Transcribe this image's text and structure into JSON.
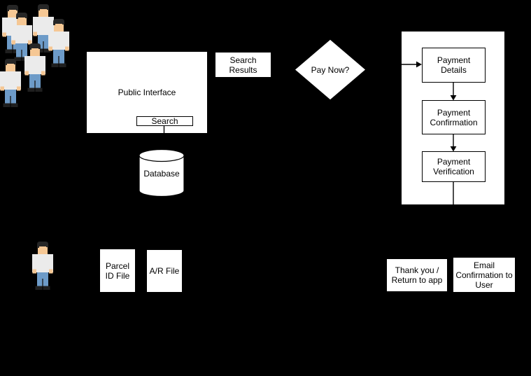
{
  "colors": {
    "background": "#000000",
    "node_fill": "#ffffff",
    "node_stroke": "#000000",
    "text": "#000000",
    "person_skin": "#f5c794",
    "person_hair": "#262626",
    "person_shirt": "#ebebeb",
    "person_pants": "#6d9bc8",
    "person_shoes": "#1f1f1f"
  },
  "nodes": {
    "public_interface": {
      "label": "Public Interface"
    },
    "search_button": {
      "label": "Search"
    },
    "search_results": {
      "label": "Search\nResults"
    },
    "pay_now": {
      "label": "Pay Now?"
    },
    "payment_details": {
      "label": "Payment\nDetails"
    },
    "payment_confirmation": {
      "label": "Payment\nConfirmation"
    },
    "payment_verification": {
      "label": "Payment\nVerification"
    },
    "database": {
      "label": "Database"
    },
    "parcel_id_file": {
      "label": "Parcel\nID File"
    },
    "ar_file": {
      "label": "A/R File"
    },
    "thank_you": {
      "label": "Thank you /\nReturn to app"
    },
    "email_confirmation": {
      "label": "Email\nConfirmation to\nUser"
    }
  },
  "icons": {
    "people_group": "people-group-icon",
    "person": "person-icon",
    "database_cylinder": "database-cylinder-icon"
  }
}
